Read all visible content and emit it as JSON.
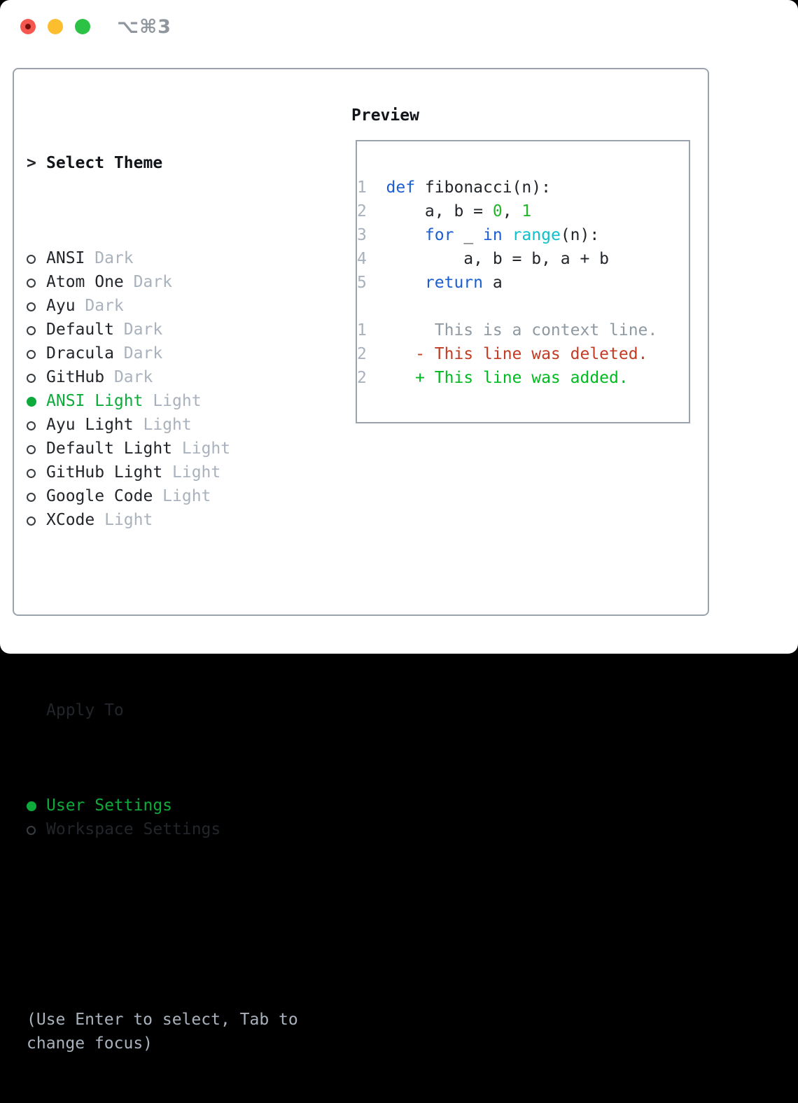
{
  "titlebar": {
    "shortcut_label": "⌥⌘3"
  },
  "theme_panel": {
    "prompt": ">",
    "title": "Select Theme",
    "themes": [
      {
        "label": "ANSI",
        "variant": "Dark",
        "selected": false
      },
      {
        "label": "Atom One",
        "variant": "Dark",
        "selected": false
      },
      {
        "label": "Ayu",
        "variant": "Dark",
        "selected": false
      },
      {
        "label": "Default",
        "variant": "Dark",
        "selected": false
      },
      {
        "label": "Dracula",
        "variant": "Dark",
        "selected": false
      },
      {
        "label": "GitHub",
        "variant": "Dark",
        "selected": false
      },
      {
        "label": "ANSI Light",
        "variant": "Light",
        "selected": true
      },
      {
        "label": "Ayu Light",
        "variant": "Light",
        "selected": false
      },
      {
        "label": "Default Light",
        "variant": "Light",
        "selected": false
      },
      {
        "label": "GitHub Light",
        "variant": "Light",
        "selected": false
      },
      {
        "label": "Google Code",
        "variant": "Light",
        "selected": false
      },
      {
        "label": "XCode",
        "variant": "Light",
        "selected": false
      }
    ],
    "apply_header": "Apply To",
    "apply_options": [
      {
        "label": "User Settings",
        "selected": true
      },
      {
        "label": "Workspace Settings",
        "selected": false
      }
    ],
    "hint": "(Use Enter to select, Tab to change focus)"
  },
  "preview_panel": {
    "title": "Preview",
    "lines": [
      {
        "num": "1",
        "kind": "code",
        "tokens": [
          [
            "kw",
            "def"
          ],
          [
            "pl",
            " fibonacci(n):"
          ]
        ]
      },
      {
        "num": "2",
        "kind": "code",
        "tokens": [
          [
            "pl",
            "    a, b = "
          ],
          [
            "num",
            "0"
          ],
          [
            "pl",
            ", "
          ],
          [
            "num",
            "1"
          ]
        ]
      },
      {
        "num": "3",
        "kind": "code",
        "tokens": [
          [
            "pl",
            "    "
          ],
          [
            "kw",
            "for"
          ],
          [
            "pl",
            " _ "
          ],
          [
            "kw",
            "in"
          ],
          [
            "pl",
            " "
          ],
          [
            "fn",
            "range"
          ],
          [
            "pl",
            "(n):"
          ]
        ]
      },
      {
        "num": "4",
        "kind": "code",
        "tokens": [
          [
            "pl",
            "        a, b = b, a + b"
          ]
        ]
      },
      {
        "num": "5",
        "kind": "code",
        "tokens": [
          [
            "pl",
            "    "
          ],
          [
            "kw",
            "return"
          ],
          [
            "pl",
            " a"
          ]
        ]
      },
      {
        "num": "",
        "kind": "blank",
        "tokens": []
      },
      {
        "num": "1",
        "kind": "diff-context",
        "tokens": [
          [
            "ctx",
            "     This is a context line."
          ]
        ]
      },
      {
        "num": "2",
        "kind": "diff-deleted",
        "tokens": [
          [
            "del",
            "   - This line was deleted."
          ]
        ]
      },
      {
        "num": "2",
        "kind": "diff-added",
        "tokens": [
          [
            "add",
            "   + This line was added."
          ]
        ]
      }
    ]
  },
  "colors": {
    "accent_green": "#0faa3c",
    "code_keyword_blue": "#1a5ed2",
    "code_builtin_cyan": "#0fc0cb",
    "code_number_green": "#23b42b",
    "diff_deleted_red": "#c33b22",
    "diff_added_green": "#00bb1f",
    "muted_gray": "#a9b2bc",
    "context_gray": "#8f99a1",
    "text_dark": "#22262b",
    "border_gray": "#9aa3ad",
    "traffic_red": "#f4574e",
    "traffic_red_dot": "#750f0a",
    "traffic_yellow": "#fcbd2f",
    "traffic_green": "#2bc245",
    "titlebar_gray": "#8f969e"
  }
}
